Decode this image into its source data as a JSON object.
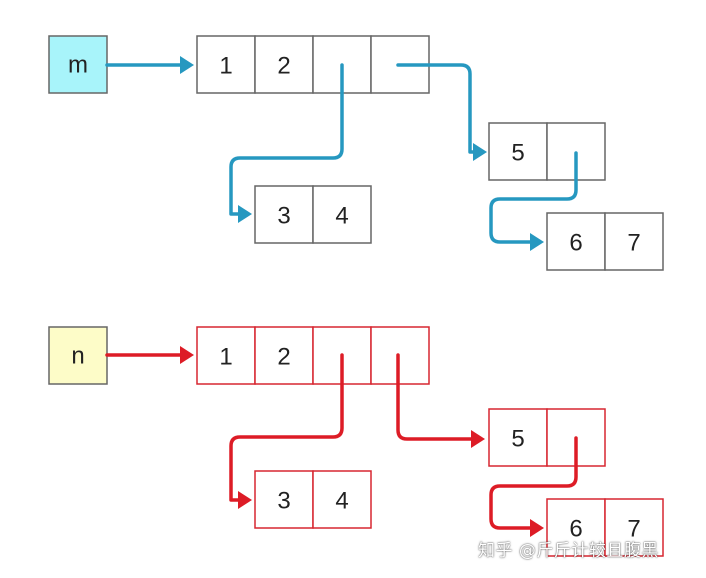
{
  "colors": {
    "m_fill": "#a8f4fa",
    "n_fill": "#fdfcc8",
    "m_border": "#666666",
    "m_arrow": "#2698c0",
    "n_border": "#d72730",
    "n_arrow": "#dd1c26"
  },
  "diagrams": [
    {
      "id": "m",
      "var_label": "m",
      "lists": [
        {
          "id": "top",
          "values": [
            "1",
            "2",
            "",
            ""
          ]
        },
        {
          "id": "inner",
          "values": [
            "3",
            "4"
          ]
        },
        {
          "id": "mid",
          "values": [
            "5",
            ""
          ]
        },
        {
          "id": "deep",
          "values": [
            "6",
            "7"
          ]
        }
      ]
    },
    {
      "id": "n",
      "var_label": "n",
      "lists": [
        {
          "id": "top",
          "values": [
            "1",
            "2",
            "",
            ""
          ]
        },
        {
          "id": "inner",
          "values": [
            "3",
            "4"
          ]
        },
        {
          "id": "mid",
          "values": [
            "5",
            ""
          ]
        },
        {
          "id": "deep",
          "values": [
            "6",
            "7"
          ]
        }
      ]
    }
  ],
  "watermark": "知乎 @斤斤计较且腹黑"
}
